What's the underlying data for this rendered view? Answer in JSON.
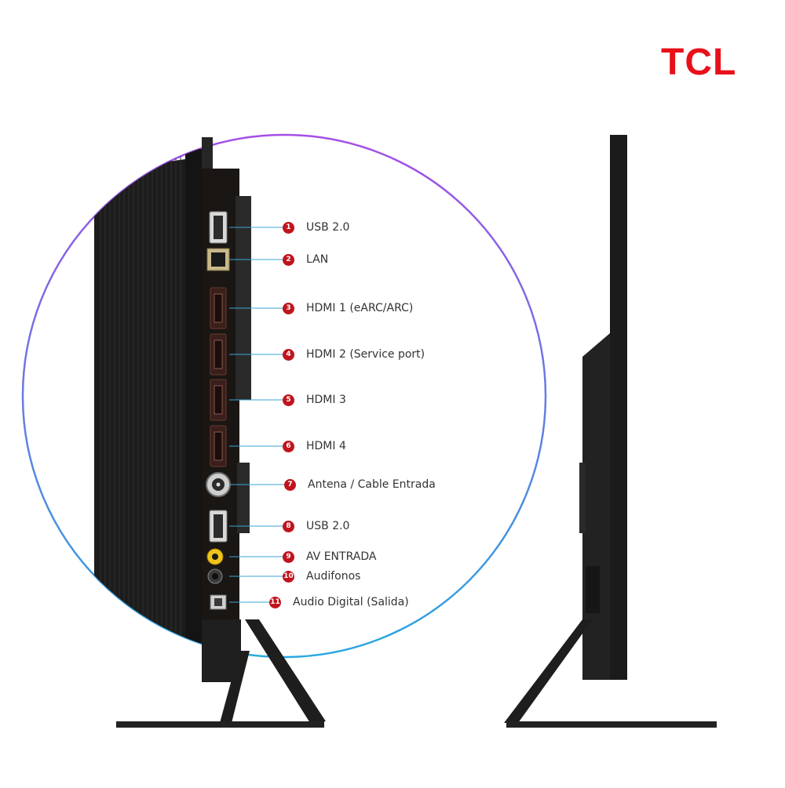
{
  "brand": {
    "logo_text": "TCL",
    "logo_color": "#e8101a"
  },
  "colors": {
    "badge": "#c0141d",
    "leader_line": "#3aa6d6",
    "ring_top": "#a64ee6",
    "ring_bottom": "#2aa8e0",
    "tv_body": "#1e1e1e"
  },
  "ports": [
    {
      "number": "1",
      "label": "USB 2.0",
      "icon": "usb-port-icon"
    },
    {
      "number": "2",
      "label": "LAN",
      "icon": "ethernet-port-icon"
    },
    {
      "number": "3",
      "label": "HDMI 1 (eARC/ARC)",
      "icon": "hdmi-port-icon"
    },
    {
      "number": "4",
      "label": "HDMI 2 (Service port)",
      "icon": "hdmi-port-icon"
    },
    {
      "number": "5",
      "label": "HDMI 3",
      "icon": "hdmi-port-icon"
    },
    {
      "number": "6",
      "label": "HDMI 4",
      "icon": "hdmi-port-icon"
    },
    {
      "number": "7",
      "label": "Antena / Cable Entrada",
      "icon": "coax-port-icon"
    },
    {
      "number": "8",
      "label": "USB 2.0",
      "icon": "usb-port-icon"
    },
    {
      "number": "9",
      "label": "AV ENTRADA",
      "icon": "av-port-icon"
    },
    {
      "number": "10",
      "label": "Audifonos",
      "icon": "headphone-jack-icon"
    },
    {
      "number": "11",
      "label": "Audio Digital (Salida)",
      "icon": "optical-port-icon"
    }
  ]
}
